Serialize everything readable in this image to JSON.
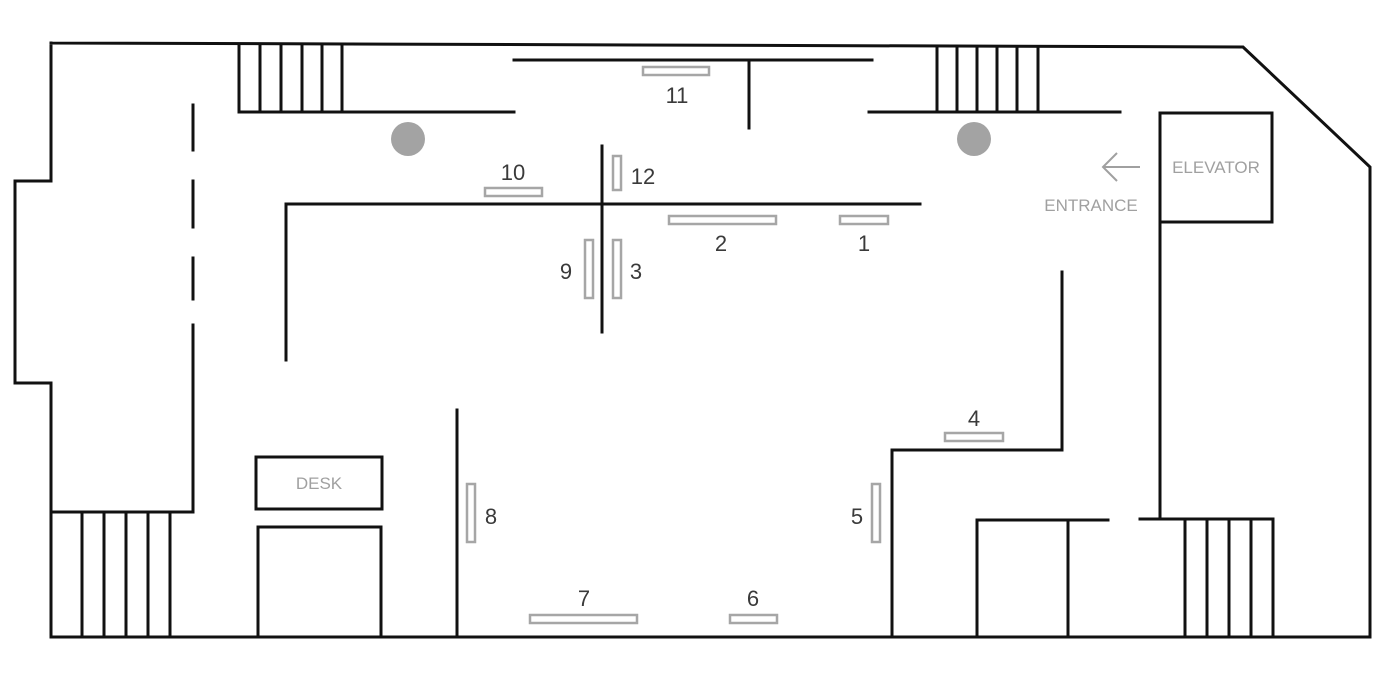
{
  "labels": {
    "elevator": "ELEVATOR",
    "entrance": "ENTRANCE",
    "desk": "DESK"
  },
  "exhibits": [
    {
      "number": "1"
    },
    {
      "number": "2"
    },
    {
      "number": "3"
    },
    {
      "number": "4"
    },
    {
      "number": "5"
    },
    {
      "number": "6"
    },
    {
      "number": "7"
    },
    {
      "number": "8"
    },
    {
      "number": "9"
    },
    {
      "number": "10"
    },
    {
      "number": "11"
    },
    {
      "number": "12"
    }
  ],
  "colors": {
    "wall": "#111111",
    "panel": "#a6a6a6",
    "pillar": "#a3a3a3",
    "label": "#a0a0a0",
    "number": "#3a3a3a"
  }
}
